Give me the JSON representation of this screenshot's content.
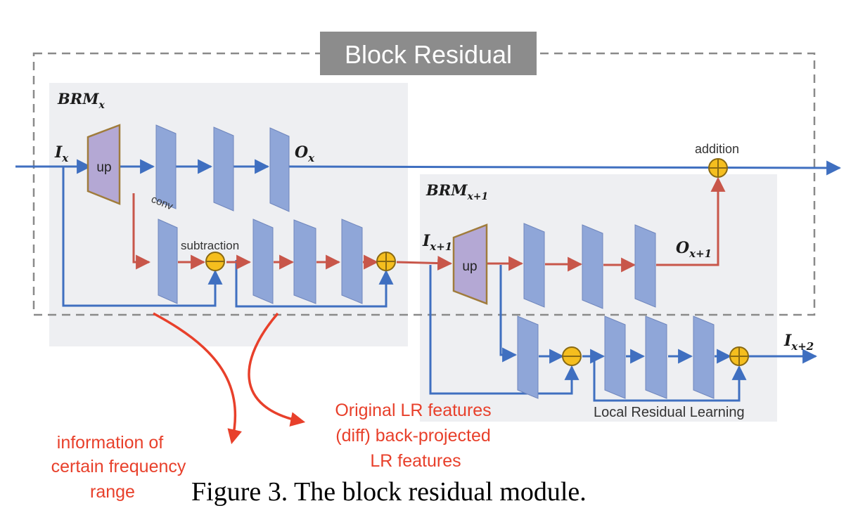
{
  "title": "Block Residual",
  "brm_x": {
    "label": "BRM",
    "sub": "x"
  },
  "brm_x1": {
    "label": "BRM",
    "sub": "x+1"
  },
  "inputs": {
    "ix": {
      "main": "I",
      "sub": "x"
    },
    "ix1": {
      "main": "I",
      "sub": "x+1"
    },
    "ix2": {
      "main": "I",
      "sub": "x+2"
    },
    "ox": {
      "main": "O",
      "sub": "x"
    },
    "ox1": {
      "main": "O",
      "sub": "x+1"
    }
  },
  "labels": {
    "up": "up",
    "conv": "conv",
    "subtraction": "subtraction",
    "addition": "addition",
    "local_residual": "Local Residual Learning"
  },
  "annotations": {
    "left": [
      "information of",
      "certain frequency",
      "range"
    ],
    "right": [
      "Original LR features",
      "(diff) back-projected",
      "LR features"
    ]
  },
  "caption": "Figure 3. The block residual module.",
  "colors": {
    "blue_line": "#3f6fc0",
    "red_line": "#c8564a",
    "annotation": "#e8402b",
    "panel": "#eeeff2",
    "block": "#8fa6d8",
    "up_block": "#b4a8d4",
    "op_circle": "#f5be1e"
  }
}
